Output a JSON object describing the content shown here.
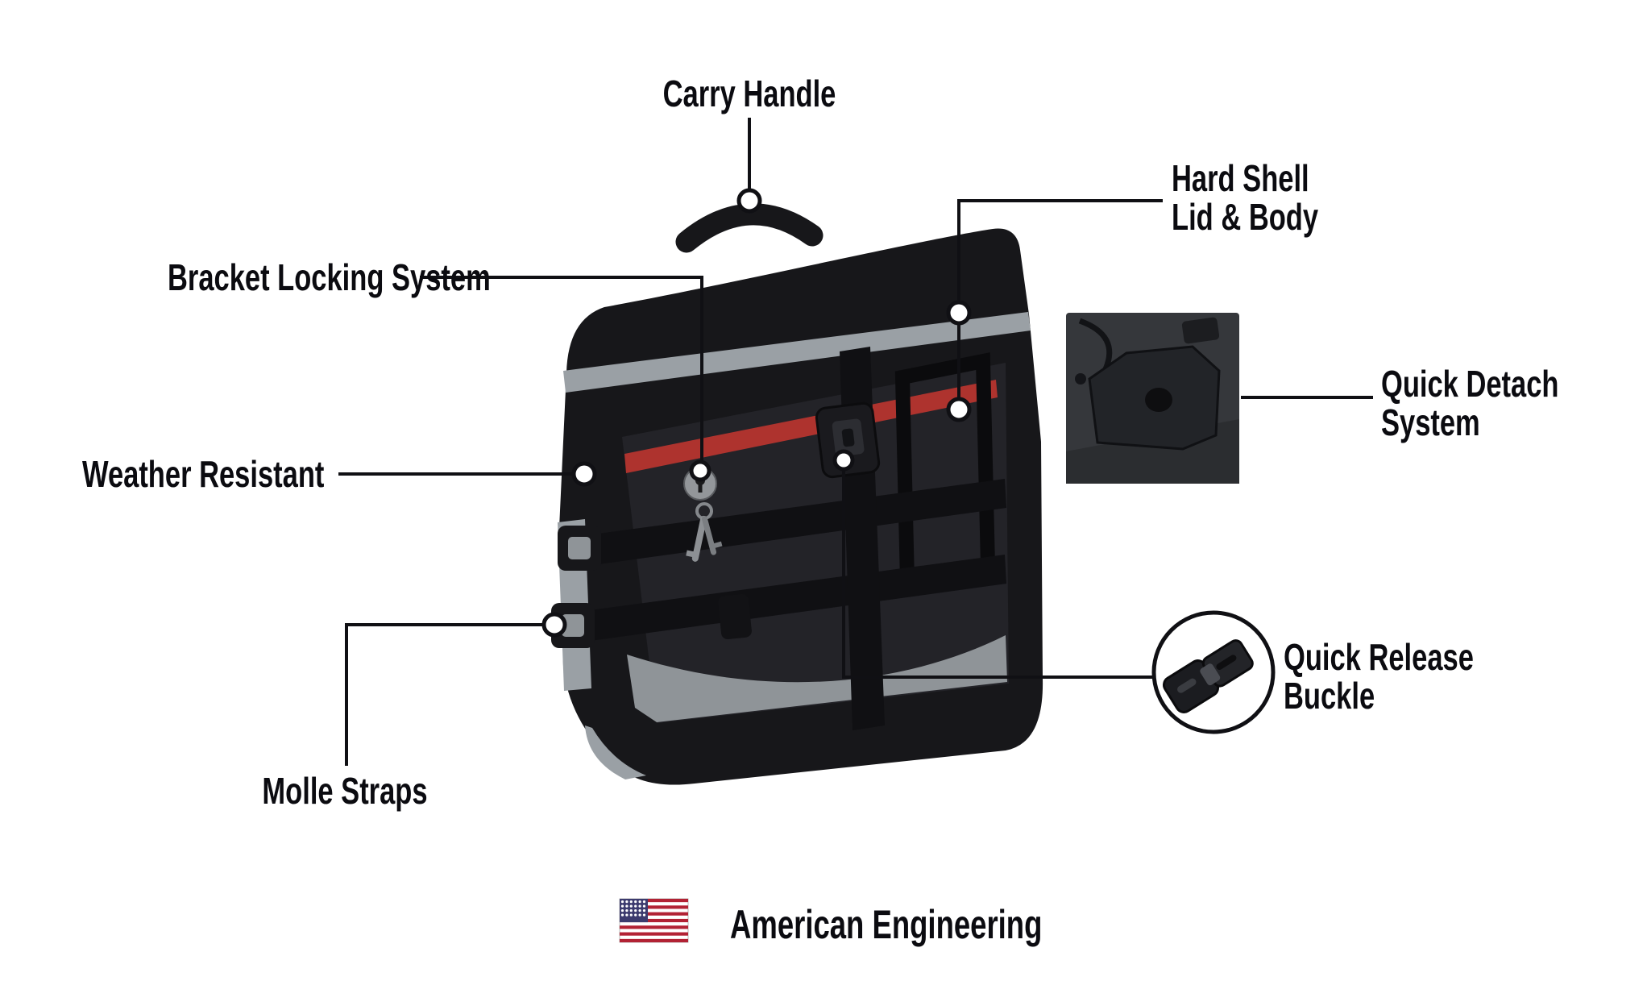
{
  "colors": {
    "background": "#ffffff",
    "text": "#0b0b10",
    "connector_line": "#101014",
    "bag_black": "#17171a",
    "trim_gray": "#9aa0a5",
    "interior_gray": "#8f9498",
    "accent_red": "#ae332e",
    "flag_red": "#b22234",
    "flag_blue": "#3c3b6e"
  },
  "callouts": {
    "carry_handle": {
      "label": "Carry Handle"
    },
    "hard_shell": {
      "line1": "Hard Shell",
      "line2": "Lid & Body"
    },
    "bracket_locking": {
      "label": "Bracket Locking System"
    },
    "weather_resistant": {
      "label": "Weather Resistant"
    },
    "quick_detach": {
      "line1": "Quick Detach",
      "line2": "System"
    },
    "molle_straps": {
      "label": "Molle Straps"
    },
    "quick_release": {
      "line1": "Quick Release",
      "line2": "Buckle"
    }
  },
  "footer": {
    "label": "American Engineering",
    "flag": "us-flag-icon"
  }
}
